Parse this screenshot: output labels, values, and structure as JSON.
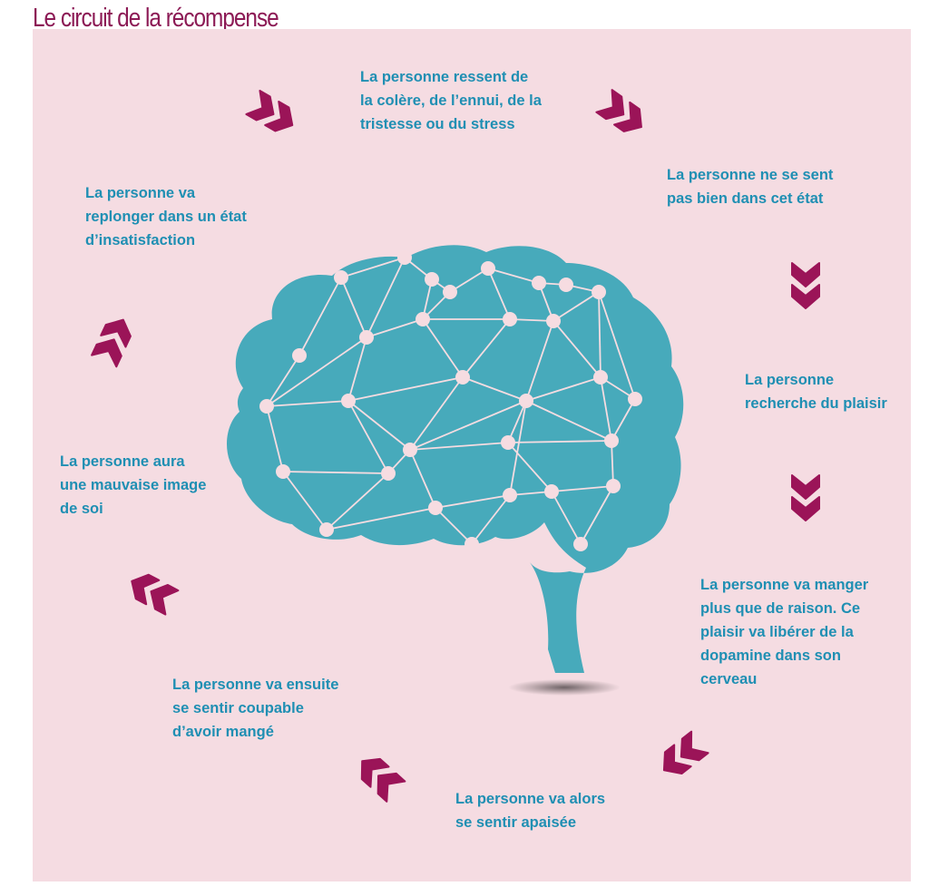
{
  "title": "Le circuit de la récompense",
  "colors": {
    "title": "#8c1a55",
    "panel": "#f5dce2",
    "text": "#1f8fb3",
    "brain": "#47aabb",
    "node": "#f6dce1",
    "arrow": "#9b1458"
  },
  "icons": {
    "brain": "brain-network-icon",
    "arrow": "double-chevron-icon"
  },
  "steps": [
    {
      "text": "La personne ressent de\nla colère, de l’ennui, de la\ntristesse ou du stress"
    },
    {
      "text": "La personne ne se sent\npas bien dans cet état"
    },
    {
      "text": "La personne\nrecherche du plaisir"
    },
    {
      "text": "La personne va manger\nplus que de raison. Ce\nplaisir va libérer de la\ndopamine dans son\ncerveau"
    },
    {
      "text": "La personne va alors\nse sentir apaisée"
    },
    {
      "text": "La personne va ensuite\nse sentir coupable\nd’avoir mangé"
    },
    {
      "text": "La personne aura\nune mauvaise image\nde soi"
    },
    {
      "text": "La personne va\nreplonger dans un état\nd’insatisfaction"
    }
  ]
}
